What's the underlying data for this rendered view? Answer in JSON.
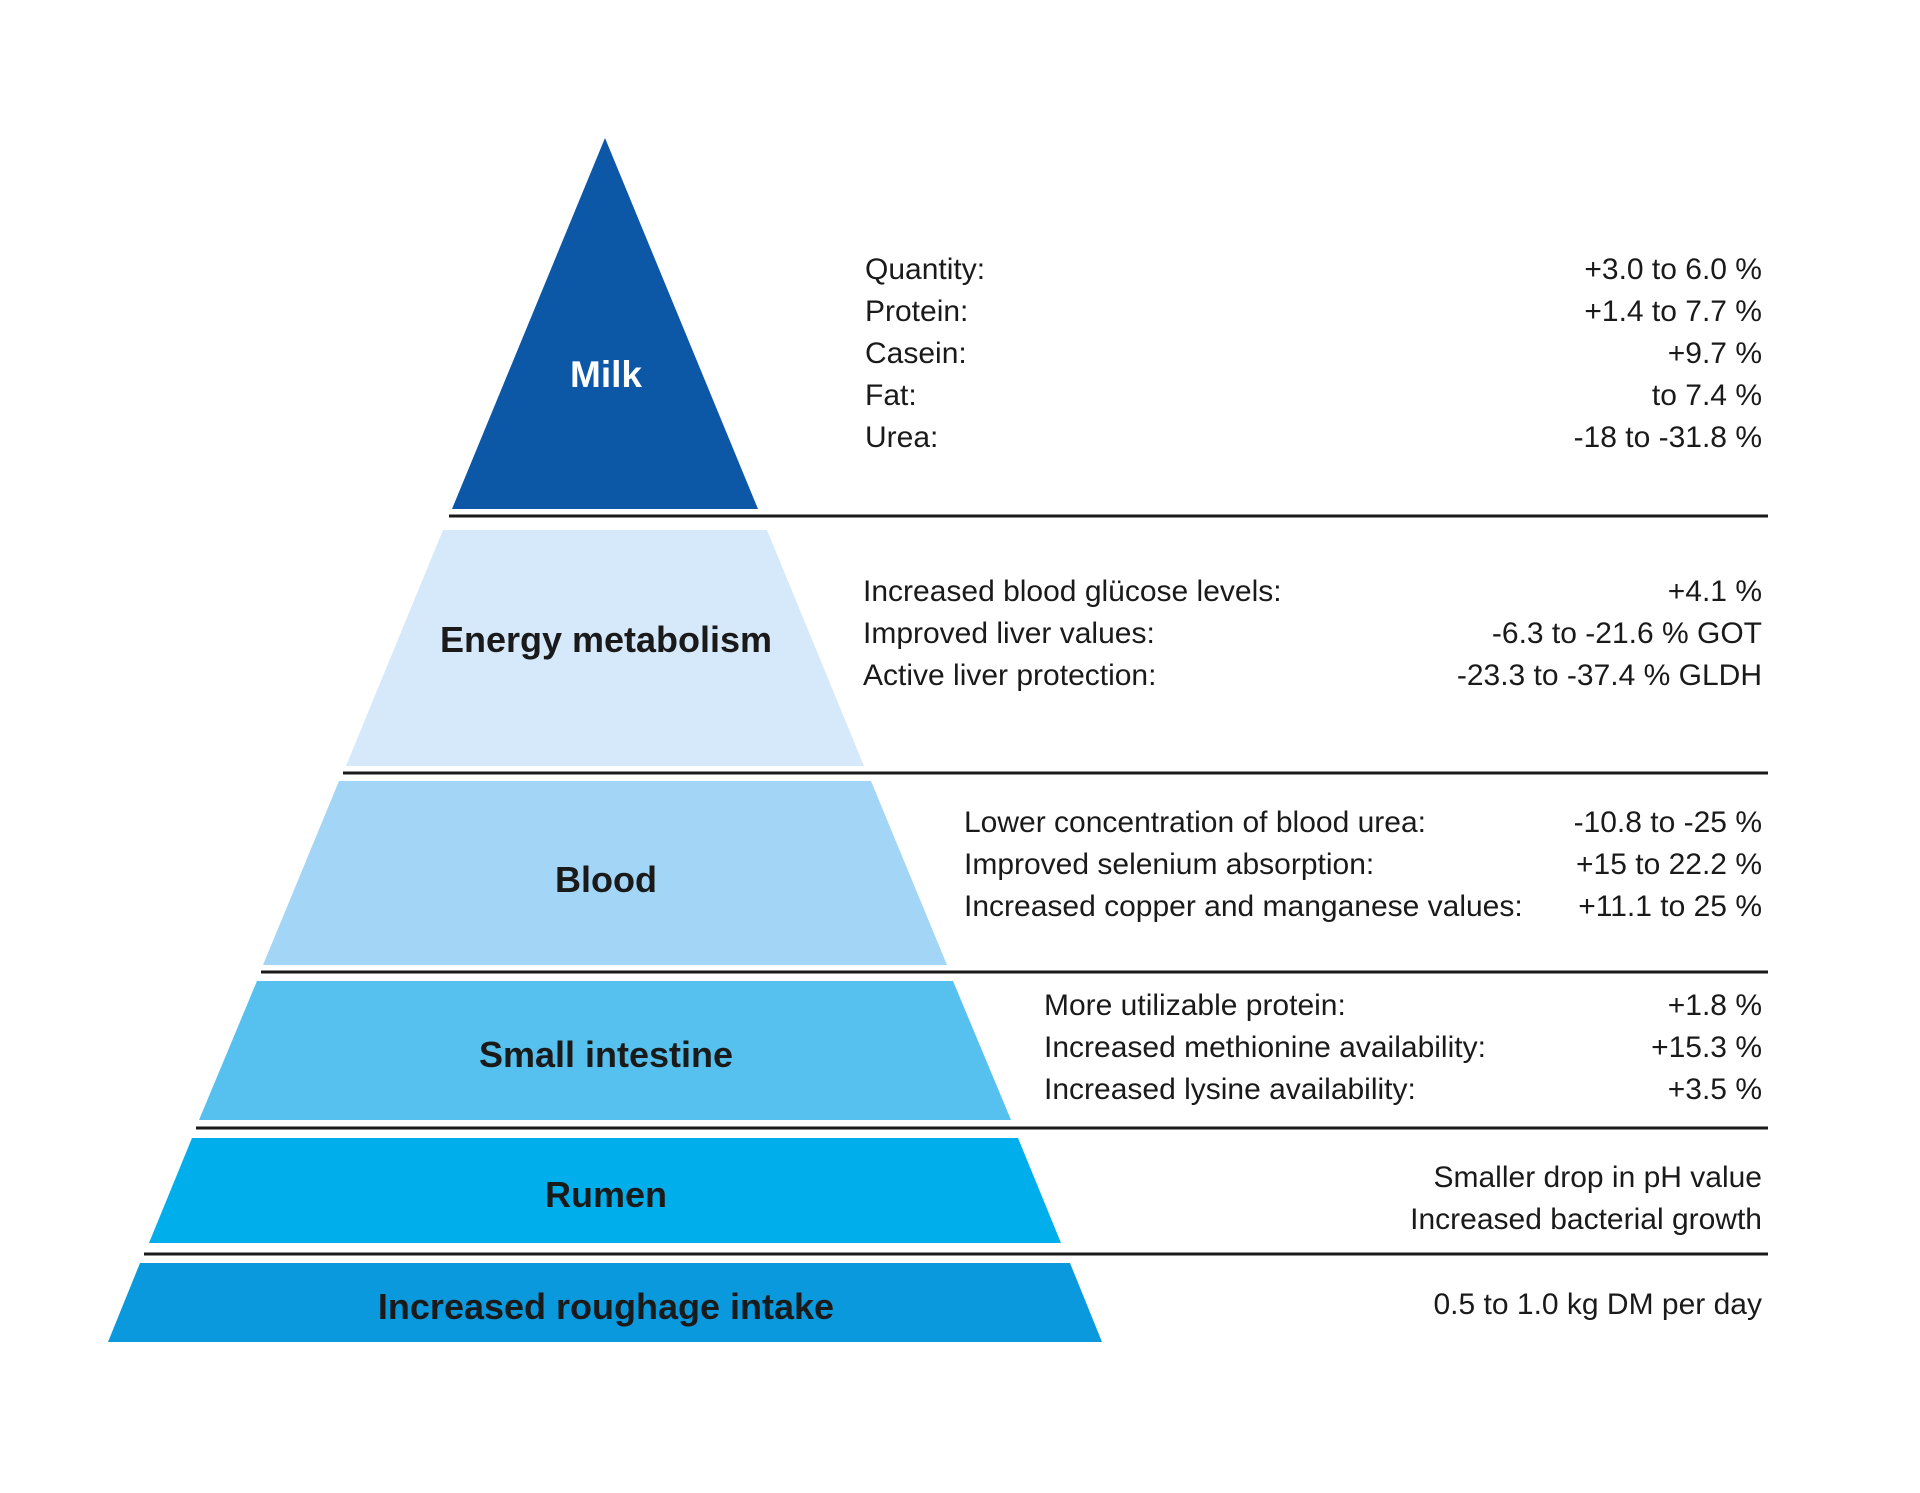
{
  "colors": {
    "text": "#1a1a1a",
    "milk_text": "#ffffff",
    "separator": "#1a1a1a",
    "background": "#ffffff"
  },
  "layers": [
    {
      "name": "milk",
      "label": "Milk",
      "color": "#0d57a7",
      "rows": [
        {
          "label": "Quantity:",
          "value": "+3.0 to 6.0 %"
        },
        {
          "label": "Protein:",
          "value": "+1.4 to 7.7 %"
        },
        {
          "label": "Casein:",
          "value": "+9.7 %"
        },
        {
          "label": "Fat:",
          "value": "to 7.4 %"
        },
        {
          "label": "Urea:",
          "value": "-18 to -31.8 %"
        }
      ]
    },
    {
      "name": "energy-metabolism",
      "label": "Energy metabolism",
      "color": "#d6e9fa",
      "rows": [
        {
          "label": "Increased blood glücose levels:",
          "value": "+4.1 %"
        },
        {
          "label": "Improved liver values:",
          "value": "-6.3 to -21.6 % GOT"
        },
        {
          "label": "Active liver protection:",
          "value": "-23.3 to -37.4 % GLDH"
        }
      ]
    },
    {
      "name": "blood",
      "label": "Blood",
      "color": "#a2d5f6",
      "rows": [
        {
          "label": "Lower concentration of blood urea:",
          "value": "-10.8 to -25 %"
        },
        {
          "label": "Improved selenium absorption:",
          "value": "+15 to 22.2 %"
        },
        {
          "label": "Increased copper and manganese values:",
          "value": "+11.1 to 25 %"
        }
      ]
    },
    {
      "name": "small-intestine",
      "label": "Small intestine",
      "color": "#56c1ee",
      "rows": [
        {
          "label": "More utilizable protein:",
          "value": "+1.8 %"
        },
        {
          "label": "Increased methionine availability:",
          "value": "+15.3 %"
        },
        {
          "label": "Increased lysine availability:",
          "value": "+3.5 %"
        }
      ]
    },
    {
      "name": "rumen",
      "label": "Rumen",
      "color": "#00aeeb",
      "rows": [
        {
          "value": "Smaller drop in pH value"
        },
        {
          "value": "Increased bacterial growth"
        }
      ]
    },
    {
      "name": "roughage-intake",
      "label": "Increased roughage intake",
      "color": "#0a99dd",
      "rows": [
        {
          "value": "0.5 to 1.0 kg DM per day"
        }
      ]
    }
  ]
}
